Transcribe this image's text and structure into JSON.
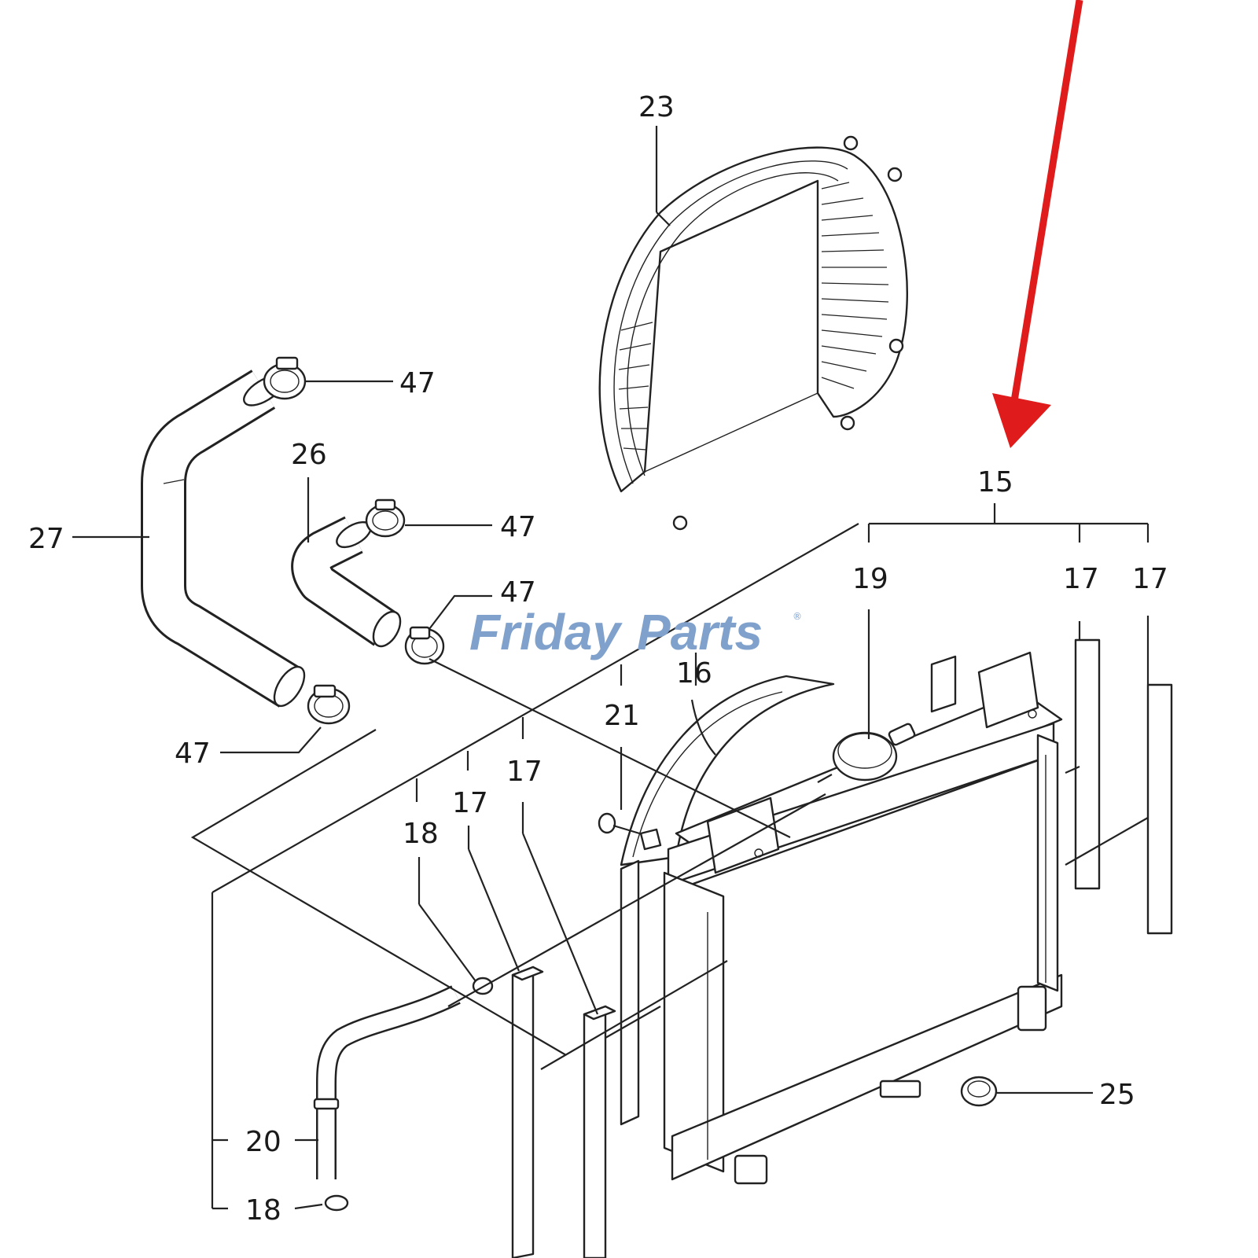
{
  "diagram": {
    "callouts": [
      {
        "id": "c23",
        "text": "23"
      },
      {
        "id": "c47a",
        "text": "47"
      },
      {
        "id": "c26",
        "text": "26"
      },
      {
        "id": "c47b",
        "text": "47"
      },
      {
        "id": "c27",
        "text": "27"
      },
      {
        "id": "c47c",
        "text": "47"
      },
      {
        "id": "c15",
        "text": "15"
      },
      {
        "id": "c19",
        "text": "19"
      },
      {
        "id": "c17a",
        "text": "17"
      },
      {
        "id": "c17b",
        "text": "17"
      },
      {
        "id": "c16",
        "text": "16"
      },
      {
        "id": "c21",
        "text": "21"
      },
      {
        "id": "c47d",
        "text": "47"
      },
      {
        "id": "c17c",
        "text": "17"
      },
      {
        "id": "c17d",
        "text": "17"
      },
      {
        "id": "c18a",
        "text": "18"
      },
      {
        "id": "c25",
        "text": "25"
      },
      {
        "id": "c20",
        "text": "20"
      },
      {
        "id": "c18b",
        "text": "18"
      }
    ],
    "watermark": {
      "brand_left": "Friday",
      "brand_right": "Parts",
      "registered": "®"
    },
    "arrow_color": "#e01b1b",
    "line_color": "#222222",
    "watermark_color": "#7fa1cc"
  }
}
